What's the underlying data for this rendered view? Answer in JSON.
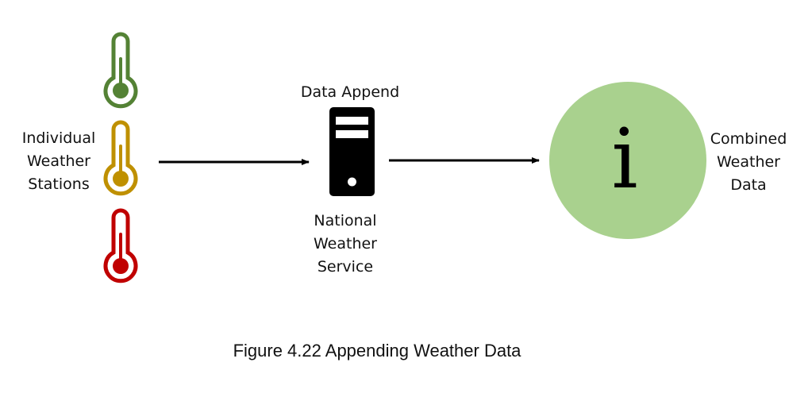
{
  "diagram": {
    "stations_label": "Individual\nWeather\nStations",
    "server_top_label": "Data Append",
    "server_bottom_label": "National\nWeather\nService",
    "combined_label": "Combined\nWeather\nData",
    "info_symbol": "i",
    "caption": "Figure 4.22 Appending Weather Data"
  },
  "colors": {
    "thermometer_green": "#548235",
    "thermometer_yellow": "#BF9000",
    "thermometer_red": "#C00000",
    "server": "#000000",
    "info_circle": "#A9D18E",
    "arrow": "#000000"
  },
  "icons": [
    "thermometer-icon",
    "thermometer-icon",
    "thermometer-icon",
    "server-icon",
    "info-icon"
  ]
}
